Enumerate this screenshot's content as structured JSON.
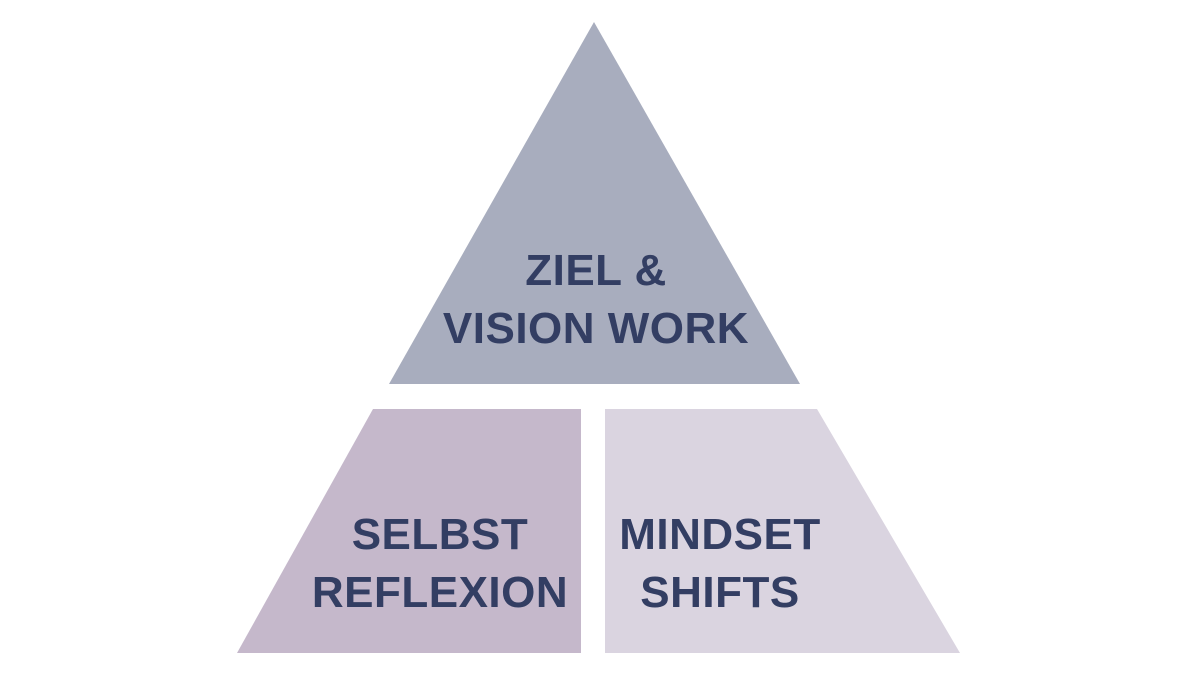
{
  "canvas": {
    "background_color": "#ffffff"
  },
  "pyramid": {
    "text_color": "#333e63",
    "top_section": {
      "label_line1": "ZIEL &",
      "label_line2": "VISION WORK",
      "fill_color": "#a8adbe"
    },
    "bottom_left_section": {
      "label_line1": "SELBST",
      "label_line2": "REFLEXION",
      "fill_color": "#c5b8cb"
    },
    "bottom_right_section": {
      "label_line1": "MINDSET",
      "label_line2": "SHIFTS",
      "fill_color": "#dad4e0"
    }
  }
}
